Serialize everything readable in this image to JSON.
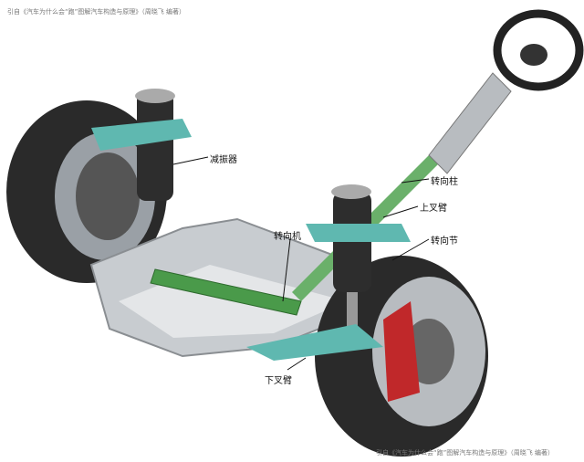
{
  "source_top": "引自《汽车为什么会“跑”图解汽车构造与原理》（周晓飞 编著）",
  "source_bottom": "引自《汽车为什么会“跑”图解汽车构造与原理》（周晓飞 编著）",
  "labels": {
    "shock_absorber": "减振器",
    "steering_column": "转向柱",
    "upper_arm": "上叉臂",
    "steering_gear": "转向机",
    "knuckle": "转向节",
    "lower_arm": "下叉臂"
  },
  "colors": {
    "tire": "#2a2a2a",
    "rim": "#b8bcc0",
    "arm": "#5fb8b0",
    "rack": "#4a9a4a",
    "caliper": "#c0282a",
    "subframe": "#c8ccd0"
  }
}
